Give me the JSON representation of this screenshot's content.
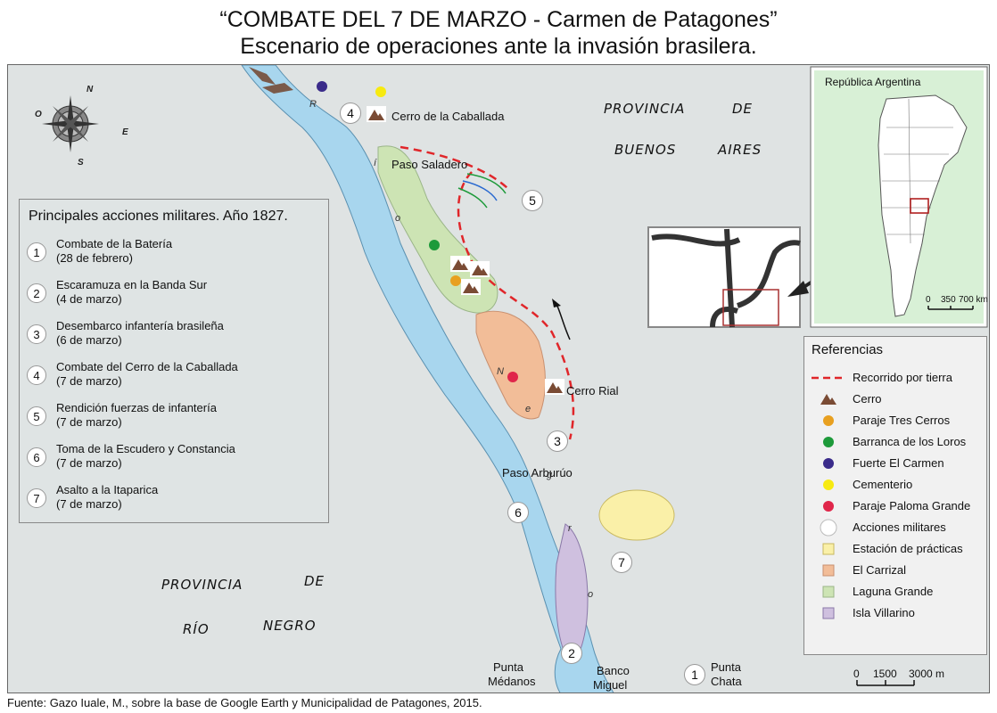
{
  "header": {
    "title_line1": "“COMBATE DEL 7 DE MARZO - Carmen de Patagones”",
    "title_line2": "Escenario de operaciones ante la invasión brasilera."
  },
  "colors": {
    "land": "#dfe3e3",
    "river": "#a8d6ee",
    "laguna_grande": "#cde4b4",
    "el_carrizal": "#f2bd98",
    "estacion_practicas": "#faf0a8",
    "isla_villarino": "#cfc0df",
    "route": "#e0262a",
    "cerro": "#7a4b34",
    "tres_cerros": "#e8a020",
    "barranca_loros": "#1d9a3a",
    "fuerte_carmen": "#3a2b8a",
    "cementerio": "#f7ea10",
    "paloma_grande": "#e0264a"
  },
  "actions_box": {
    "title": "Principales acciones militares. Año 1827.",
    "items": [
      {
        "num": "1",
        "line1": "Combate de la Batería",
        "line2": "(28 de febrero)"
      },
      {
        "num": "2",
        "line1": "Escaramuza en la Banda Sur",
        "line2": "(4 de marzo)"
      },
      {
        "num": "3",
        "line1": "Desembarco infantería brasileña",
        "line2": "(6 de marzo)"
      },
      {
        "num": "4",
        "line1": "Combate del Cerro de la Caballada",
        "line2": "(7 de marzo)"
      },
      {
        "num": "5",
        "line1": "Rendición fuerzas de infantería",
        "line2": "(7 de marzo)"
      },
      {
        "num": "6",
        "line1": "Toma de la Escudero y Constancia",
        "line2": "(7 de marzo)"
      },
      {
        "num": "7",
        "line1": "Asalto a la Itaparica",
        "line2": "(7 de marzo)"
      }
    ]
  },
  "references": {
    "title": "Referencias",
    "items": [
      {
        "label": "Recorrido por tierra",
        "icon": "dashed-route"
      },
      {
        "label": "Cerro",
        "icon": "mountain-icon"
      },
      {
        "label": "Paraje Tres Cerros",
        "icon": "orange-dot"
      },
      {
        "label": "Barranca de los Loros",
        "icon": "green-dot"
      },
      {
        "label": "Fuerte El Carmen",
        "icon": "purple-dot"
      },
      {
        "label": "Cementerio",
        "icon": "yellow-dot"
      },
      {
        "label": "Paraje Paloma Grande",
        "icon": "red-dot"
      },
      {
        "label": "Acciones militares",
        "icon": "white-circle"
      },
      {
        "label": "Estación de prácticas",
        "icon": "yellow-square"
      },
      {
        "label": "El Carrizal",
        "icon": "orange-square"
      },
      {
        "label": "Laguna Grande",
        "icon": "green-square"
      },
      {
        "label": "Isla Villarino",
        "icon": "lilac-square"
      }
    ]
  },
  "inset": {
    "label": "República Argentina",
    "scale": {
      "v0": "0",
      "v1": "350",
      "v2": "700 km"
    }
  },
  "map_labels": {
    "cerro_caballada": "Cerro de la Caballada",
    "paso_saladero": "Paso Saladero",
    "cerro_rial": "Cerro Rial",
    "paso_arburuo": "Paso Arburúo",
    "punta_medanos_1": "Punta",
    "punta_medanos_2": "Médanos",
    "banco_miguel_1": "Banco",
    "banco_miguel_2": "Miguel",
    "punta_chata_1": "Punta",
    "punta_chata_2": "Chata",
    "prov_ba_1a": "PROVINCIA",
    "prov_ba_1b": "DE",
    "prov_ba_2a": "BUENOS",
    "prov_ba_2b": "AIRES",
    "prov_rn_1a": "PROVINCIA",
    "prov_rn_1b": "DE",
    "prov_rn_2a": "RÍO",
    "prov_rn_2b": "NEGRO"
  },
  "map_action_numbers": {
    "n4": "4",
    "n5": "5",
    "n3": "3",
    "n6": "6",
    "n7": "7",
    "n2": "2",
    "n1": "1"
  },
  "river_letters": [
    "R",
    "í",
    "o",
    "N",
    "e",
    "g",
    "r",
    "o"
  ],
  "compass": {
    "n": "N",
    "e": "E",
    "s": "S",
    "o": "O"
  },
  "main_scale": {
    "v0": "0",
    "v1": "1500",
    "v2": "3000 m"
  },
  "source": "Fuente: Gazo Iuale, M., sobre la base de Google Earth y Municipalidad de Patagones, 2015."
}
